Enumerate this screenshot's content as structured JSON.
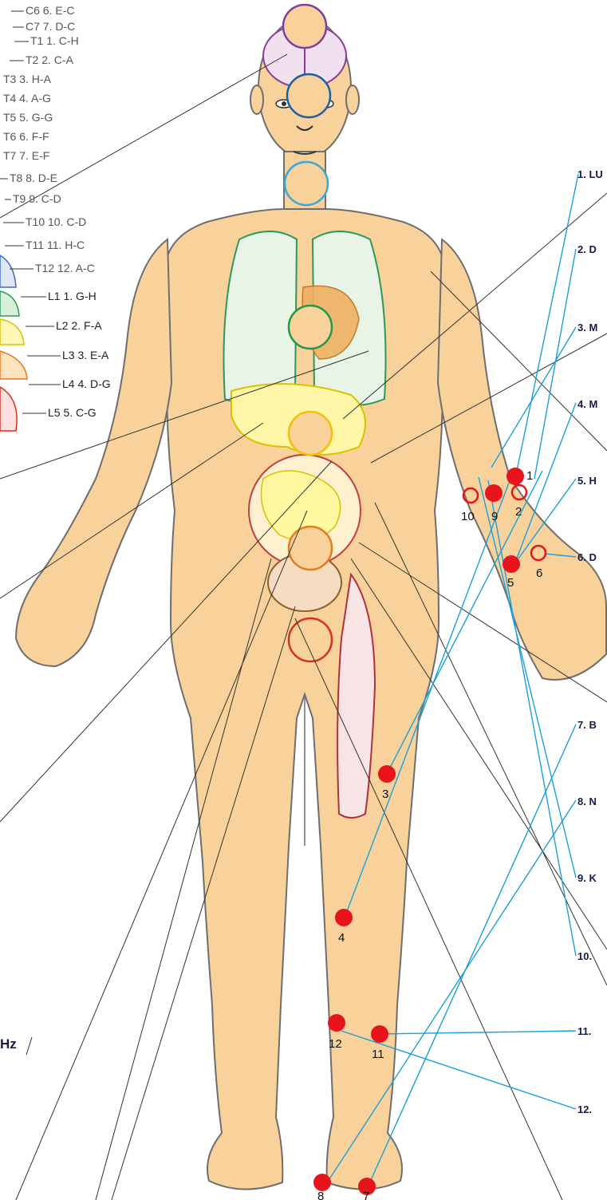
{
  "vertebrae_labels": [
    "C6 6. E-C",
    "C7 7. D-C",
    "T1 1. C-H",
    "T2 2. C-A",
    "T3 3. H-A",
    "T4 4. A-G",
    "T5 5. G-G",
    "T6 6. F-F",
    "T7 7. E-F",
    "T8 8. D-E",
    "T9 9. C-D",
    "T10 10. C-D",
    "T11 11. H-C",
    "T12 12. A-C",
    "L1 1. G-H",
    "L2 2. F-A",
    "L3 3. E-A",
    "L4 4. D-G",
    "L5 5. C-G"
  ],
  "hz_label": "Hz",
  "side_labels": [
    "1. LU",
    "2. D",
    "3. M",
    "4. M",
    "5. H",
    "6. D",
    "7. B",
    "8. N",
    "9. K",
    "10.",
    "11.",
    "12."
  ],
  "points": [
    "1",
    "2",
    "3",
    "4",
    "5",
    "6",
    "7",
    "8",
    "9",
    "10",
    "11",
    "12"
  ],
  "chakra_colors": [
    "#7b3fa0",
    "#1c5fa8",
    "#39a8d8",
    "#1e9a4a",
    "#f2c200",
    "#e87a1e",
    "#d63020"
  ],
  "colors": {
    "skin": "#f8d29a",
    "outline": "#6e6e6e",
    "marker": "#e8141c",
    "leader_blue": "#1aa0dc",
    "leader_dark": "#333333"
  }
}
